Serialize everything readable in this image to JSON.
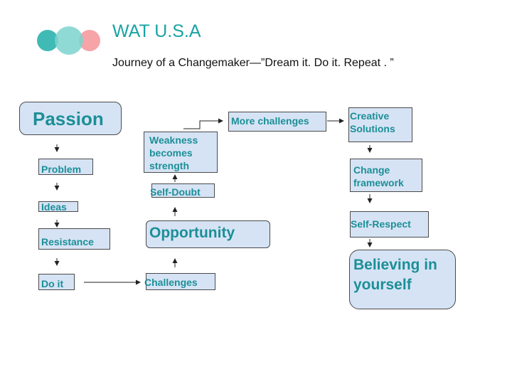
{
  "header": {
    "title": "WAT U.S.A",
    "subtitle": "Journey of a Changemaker—”Dream it. Do it. Repeat . ”"
  },
  "logo": {
    "colors": [
      "#2bb3ac",
      "#7dd3cf",
      "#f59a9e"
    ]
  },
  "nodes": {
    "passion": "Passion",
    "problem": "Problem",
    "ideas": "Ideas",
    "resistance": "Resistance",
    "do_it": "Do it",
    "challenges": "Challenges",
    "opportunity": "Opportunity",
    "self_doubt": "Self-Doubt",
    "weakness": [
      "Weakness",
      "becomes",
      "strength"
    ],
    "more_challenges": "More challenges",
    "creative": [
      "Creative",
      "Solutions"
    ],
    "change": [
      "Change",
      "framework"
    ],
    "self_respect": "Self-Respect",
    "believing": [
      "Believing in",
      "yourself"
    ]
  },
  "colors": {
    "text_teal": "#1b8f97",
    "box_fill": "#d6e3f5",
    "title_teal": "#1aa3a3"
  }
}
